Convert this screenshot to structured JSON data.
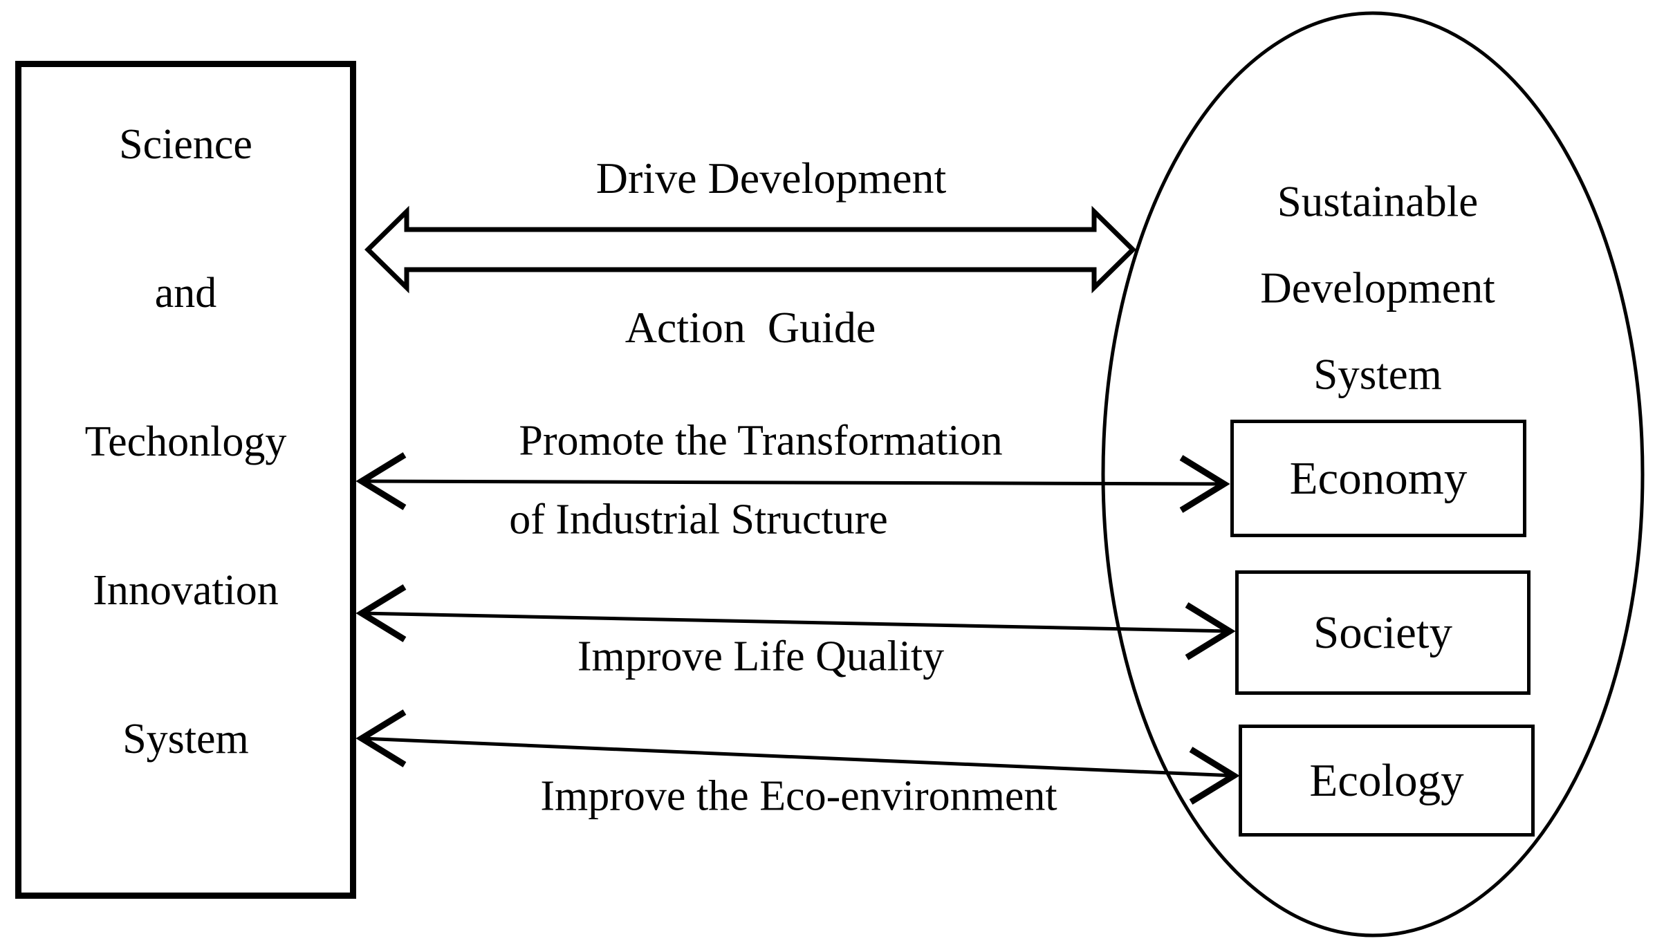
{
  "left_box": {
    "lines": [
      "Science",
      "and",
      "Techonlogy",
      "Innovation",
      "System"
    ]
  },
  "ellipse": {
    "title_lines": [
      "Sustainable",
      "Development",
      "System"
    ],
    "boxes": [
      {
        "label": "Economy"
      },
      {
        "label": "Society"
      },
      {
        "label": "Ecology"
      }
    ]
  },
  "arrows": {
    "big_double_arrow": {
      "top_label": "Drive Development",
      "bottom_label": "Action  Guide"
    },
    "economy_arrow": {
      "label_line1": "Promote the Transformation",
      "label_line2": "of Industrial Structure"
    },
    "society_arrow": {
      "label": "Improve Life Quality"
    },
    "ecology_arrow": {
      "label": "Improve the Eco-environment"
    }
  },
  "colors": {
    "ink": "#000000",
    "background": "#ffffff"
  }
}
